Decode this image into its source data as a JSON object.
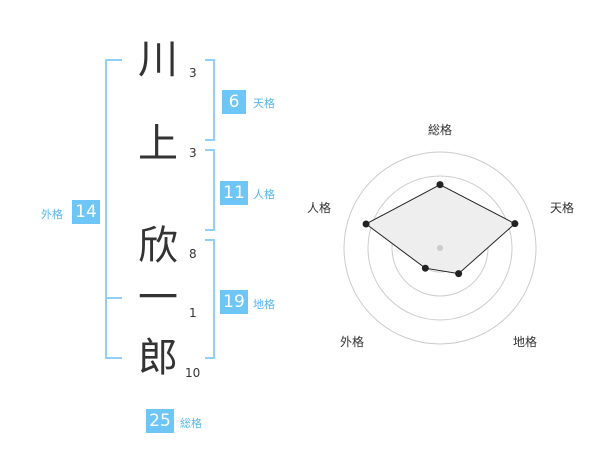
{
  "name": {
    "characters": [
      {
        "char": "川",
        "strokes": "3"
      },
      {
        "char": "上",
        "strokes": "3"
      },
      {
        "char": "欣",
        "strokes": "8"
      },
      {
        "char": "一",
        "strokes": "1"
      },
      {
        "char": "郎",
        "strokes": "10"
      }
    ]
  },
  "kakusu": {
    "tenkaku": {
      "value": "6",
      "label": "天格"
    },
    "jinkaku": {
      "value": "11",
      "label": "人格"
    },
    "chikaku": {
      "value": "19",
      "label": "地格"
    },
    "gaikaku": {
      "value": "14",
      "label": "外格"
    },
    "soukaku": {
      "value": "25",
      "label": "総格"
    }
  },
  "radar": {
    "axes": [
      "総格",
      "天格",
      "地格",
      "外格",
      "人格"
    ],
    "values": [
      0.66,
      0.82,
      0.33,
      0.26,
      0.81
    ],
    "levels": 4,
    "colors": {
      "ring": "#cccccc",
      "fill": "#eeeeee",
      "line": "#222222",
      "center": "#cccccc"
    }
  },
  "colors": {
    "accent": "#6ec6f7",
    "bracket": "#8fd0f5",
    "text": "#333333"
  }
}
